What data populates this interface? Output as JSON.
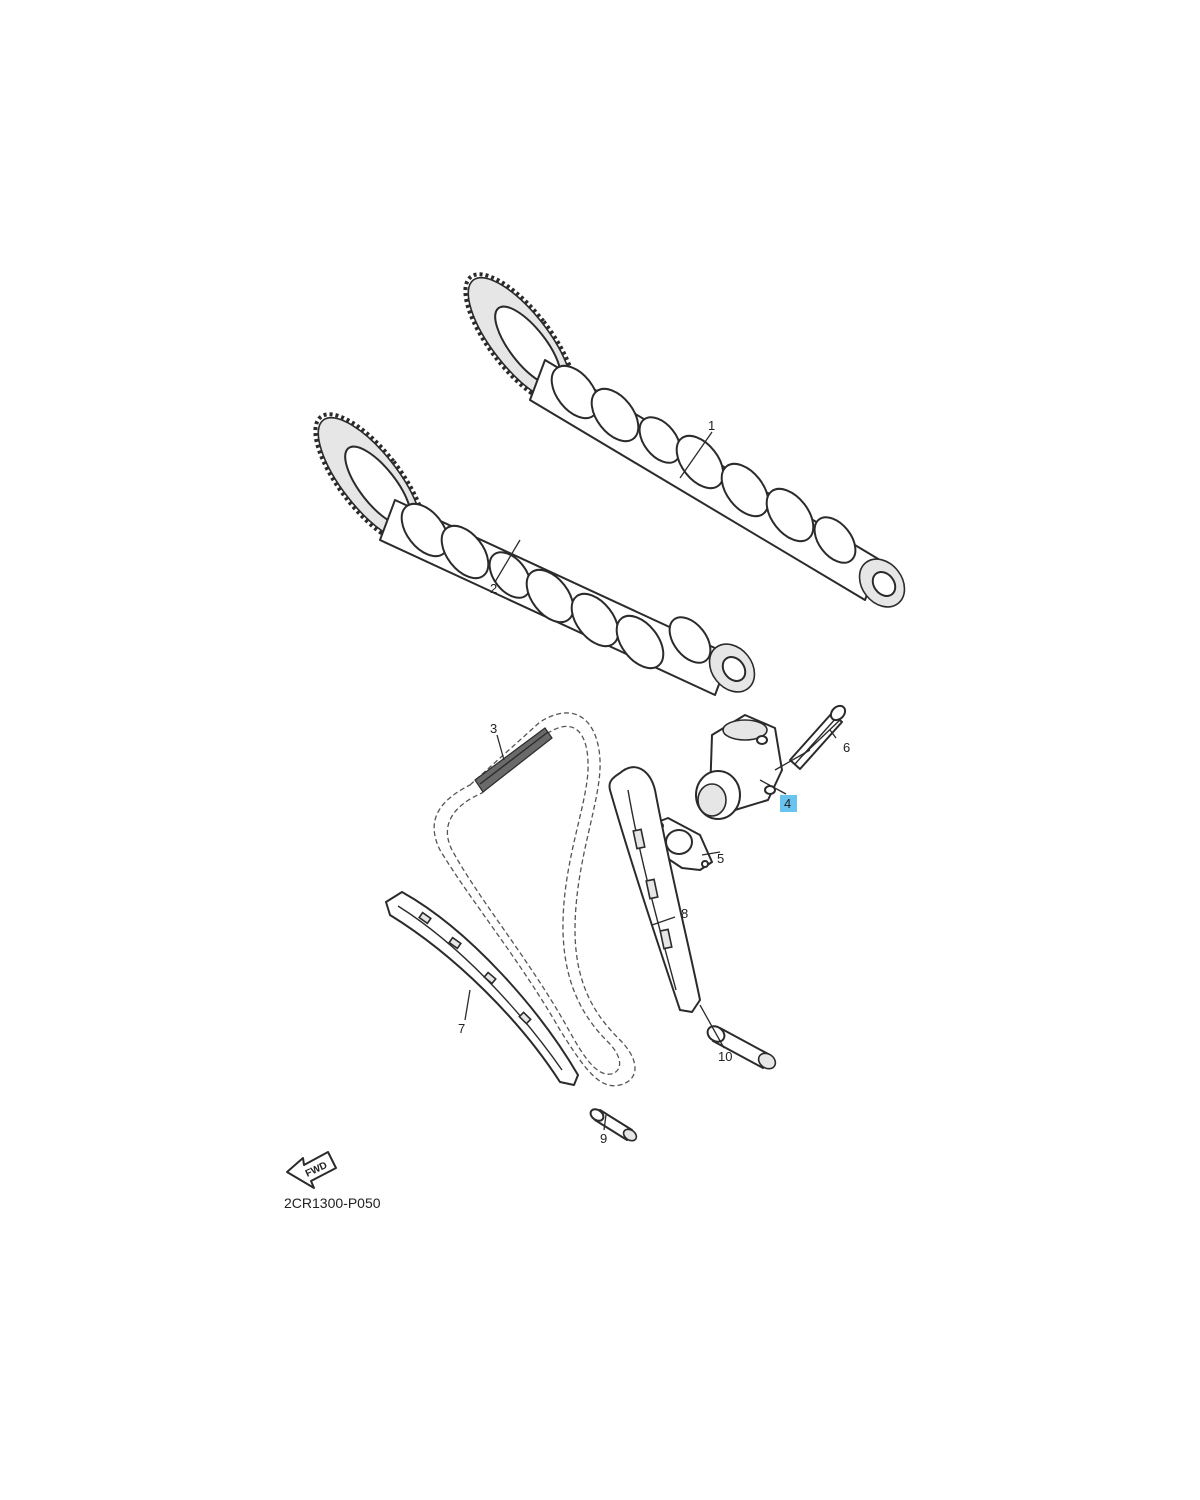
{
  "callouts": [
    {
      "id": "1",
      "label": "1",
      "highlighted": false
    },
    {
      "id": "2",
      "label": "2",
      "highlighted": false
    },
    {
      "id": "3",
      "label": "3",
      "highlighted": false
    },
    {
      "id": "4",
      "label": "4",
      "highlighted": true
    },
    {
      "id": "5",
      "label": "5",
      "highlighted": false
    },
    {
      "id": "6",
      "label": "6",
      "highlighted": false
    },
    {
      "id": "7",
      "label": "7",
      "highlighted": false
    },
    {
      "id": "8",
      "label": "8",
      "highlighted": false
    },
    {
      "id": "9",
      "label": "9",
      "highlighted": false
    },
    {
      "id": "10",
      "label": "10",
      "highlighted": false
    }
  ],
  "direction_label": "FWD",
  "diagram_code": "2CR1300-P050",
  "colors": {
    "line": "#2b2b2b",
    "highlight": "#69c3ef",
    "background": "#ffffff"
  }
}
